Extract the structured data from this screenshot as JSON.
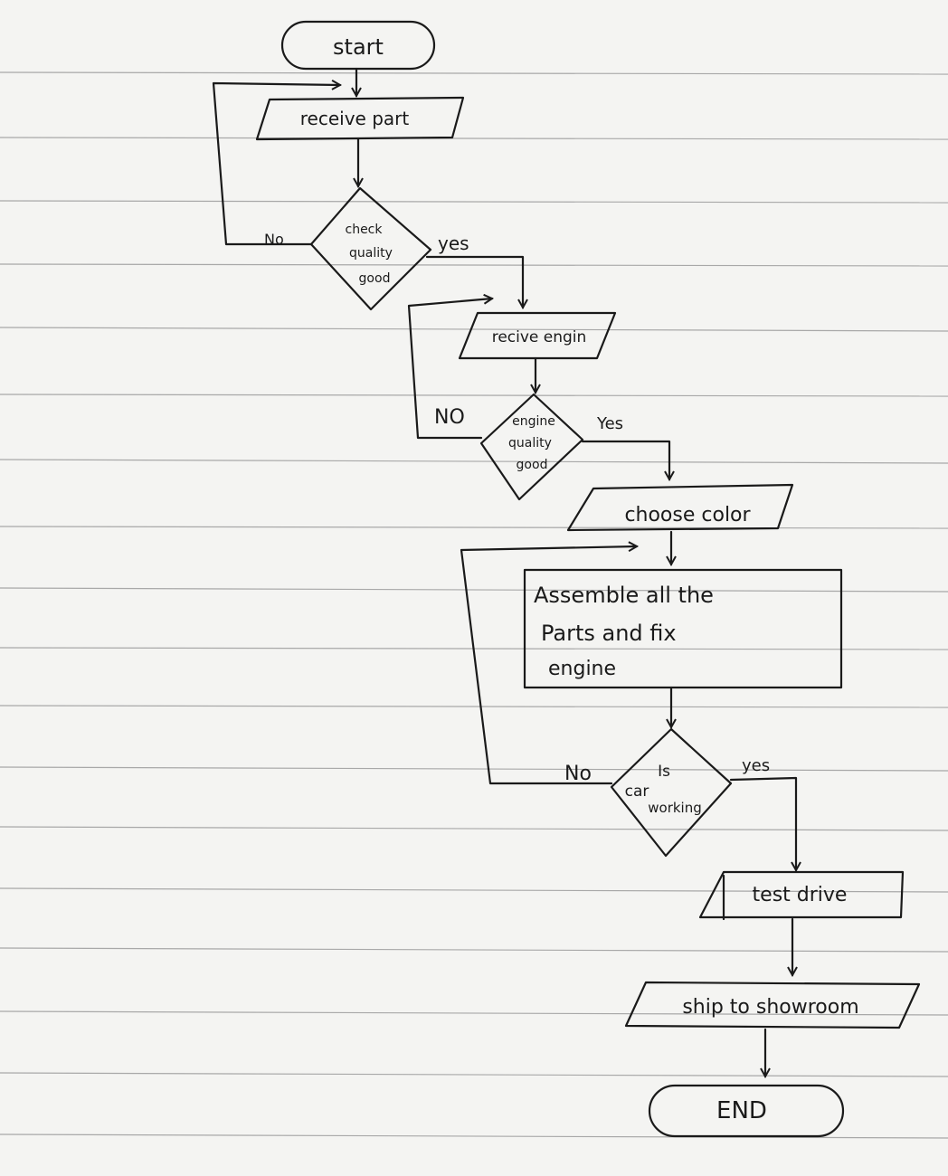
{
  "flowchart": {
    "start": "start",
    "receive_part": "receive part",
    "check_quality": {
      "line1": "check",
      "line2": "quality",
      "line3": "good"
    },
    "yes_1": "yes",
    "no_1": "No",
    "receive_engine": "recive engin",
    "engine_quality": {
      "line1": "engine",
      "line2": "quality",
      "line3": "good"
    },
    "yes_2": "Yes",
    "no_2": "NO",
    "choose_color": "choose color",
    "assemble": {
      "line1": "Assemble all the",
      "line2": "Parts and fix",
      "line3": "engine"
    },
    "car_working": {
      "line1": "Is",
      "line2": "car",
      "line3": "working"
    },
    "yes_3": "yes",
    "no_3": "No",
    "test_drive": "test drive",
    "ship": "ship to showroom",
    "end": "END"
  },
  "colors": {
    "ink": "#1a1a1a",
    "paper": "#f4f4f2",
    "rule": "#9a9a9a"
  }
}
